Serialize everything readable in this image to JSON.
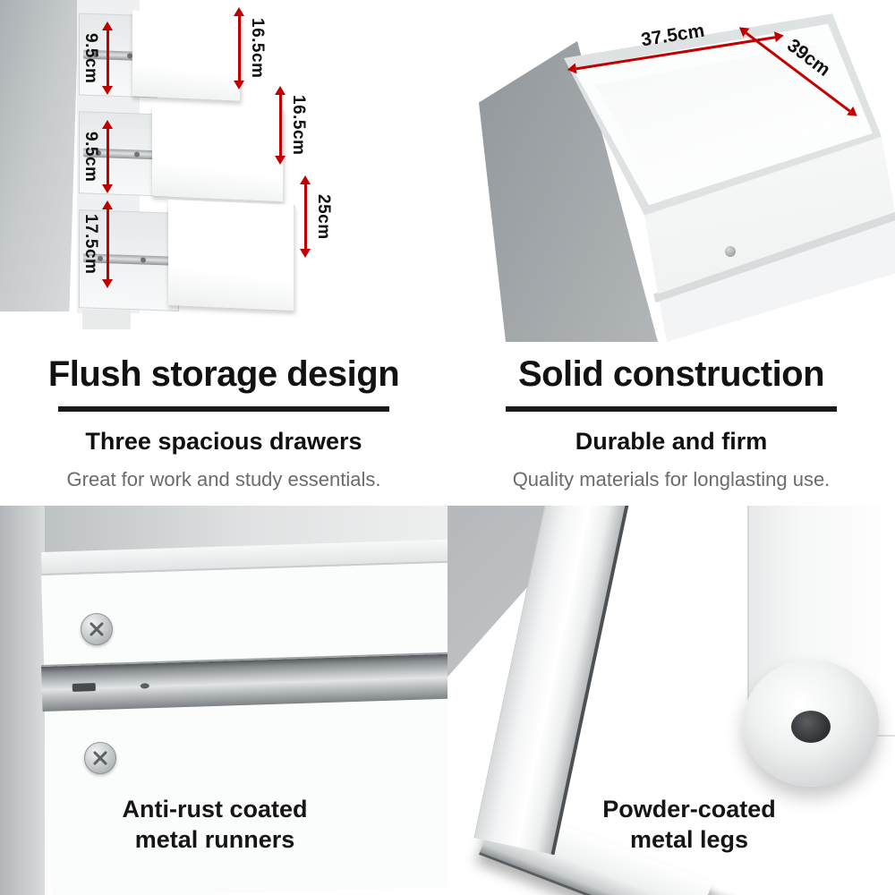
{
  "colors": {
    "accent_red": "#c20000",
    "heading": "#141414",
    "muted_text": "#6b6b6b"
  },
  "dimension_annotations": {
    "top_left": {
      "inner_top": "9.5cm",
      "inner_middle": "9.5cm",
      "inner_bottom": "17.5cm",
      "front_top": "16.5cm",
      "front_middle": "16.5cm",
      "front_bottom": "25cm"
    },
    "top_right": {
      "drawer_width": "37.5cm",
      "drawer_depth": "39cm"
    }
  },
  "features": {
    "left": {
      "title": "Flush storage design",
      "subtitle": "Three spacious drawers",
      "description": "Great for work and study essentials."
    },
    "right": {
      "title": "Solid construction",
      "subtitle": "Durable and firm",
      "description": "Quality materials for longlasting use."
    }
  },
  "captions": {
    "bottom_left": {
      "line1": "Anti-rust coated",
      "line2": "metal runners"
    },
    "bottom_right": {
      "line1": "Powder-coated",
      "line2": "metal legs"
    }
  }
}
